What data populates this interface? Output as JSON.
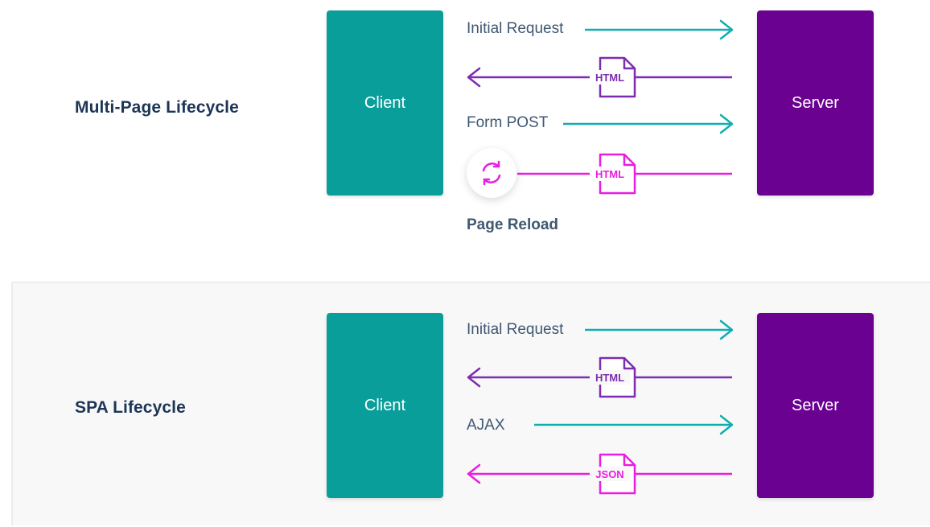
{
  "colors": {
    "client": "#0a9e9b",
    "server": "#6a0191",
    "teal_arrow": "#11aeb0",
    "purple_arrow": "#7c2db0",
    "magenta_arrow": "#e81ee0",
    "title_text": "#1d3557",
    "label_text": "#3f5872"
  },
  "mpa": {
    "title": "Multi-Page Lifecycle",
    "client_label": "Client",
    "server_label": "Server",
    "request1_label": "Initial Request",
    "response1_doc": "HTML",
    "request2_label": "Form POST",
    "response2_doc": "HTML",
    "reload_label": "Page Reload",
    "reload_icon": "refresh-icon"
  },
  "spa": {
    "title": "SPA Lifecycle",
    "client_label": "Client",
    "server_label": "Server",
    "request1_label": "Initial Request",
    "response1_doc": "HTML",
    "request2_label": "AJAX",
    "response2_doc": "JSON"
  }
}
